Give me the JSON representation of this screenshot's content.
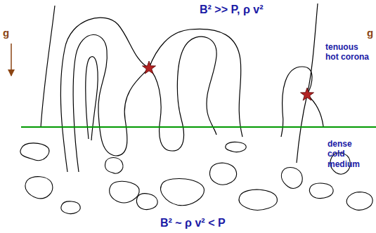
{
  "diagram": {
    "labels": [
      "B² >> P, ρ v²",
      "g",
      "g",
      "tenuous hot corona",
      "dense cold medium",
      "B² ~ ρ v² < P"
    ]
  }
}
